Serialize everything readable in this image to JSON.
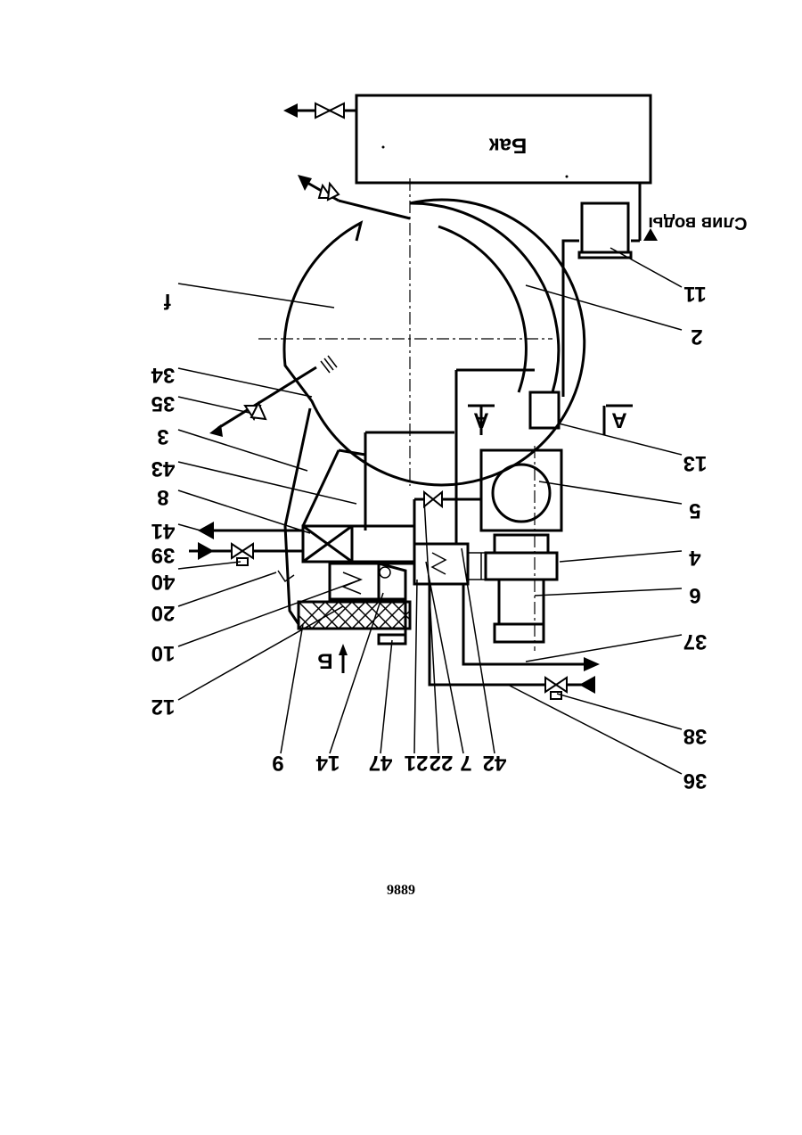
{
  "diagram": {
    "tank_label": "Бак",
    "water_inlet_label": "Слив воды",
    "labels": [
      {
        "id": "f",
        "text": "f"
      },
      {
        "id": "2",
        "text": "2"
      },
      {
        "id": "11",
        "text": "11"
      },
      {
        "id": "34",
        "text": "34"
      },
      {
        "id": "35",
        "text": "35"
      },
      {
        "id": "3",
        "text": "3"
      },
      {
        "id": "43",
        "text": "43"
      },
      {
        "id": "8",
        "text": "8"
      },
      {
        "id": "41",
        "text": "41"
      },
      {
        "id": "39",
        "text": "39"
      },
      {
        "id": "40",
        "text": "40"
      },
      {
        "id": "20",
        "text": "20"
      },
      {
        "id": "10",
        "text": "10"
      },
      {
        "id": "12",
        "text": "12"
      },
      {
        "id": "9",
        "text": "9"
      },
      {
        "id": "14",
        "text": "14"
      },
      {
        "id": "47",
        "text": "47"
      },
      {
        "id": "21",
        "text": "21"
      },
      {
        "id": "22",
        "text": "22"
      },
      {
        "id": "7",
        "text": "7"
      },
      {
        "id": "42",
        "text": "42"
      },
      {
        "id": "36",
        "text": "36"
      },
      {
        "id": "38",
        "text": "38"
      },
      {
        "id": "37",
        "text": "37"
      },
      {
        "id": "6",
        "text": "6"
      },
      {
        "id": "4",
        "text": "4"
      },
      {
        "id": "5",
        "text": "5"
      },
      {
        "id": "13",
        "text": "13"
      }
    ],
    "section_a_left": "A",
    "section_a_right": "A",
    "section_b": "Б"
  },
  "page_number": "9889"
}
